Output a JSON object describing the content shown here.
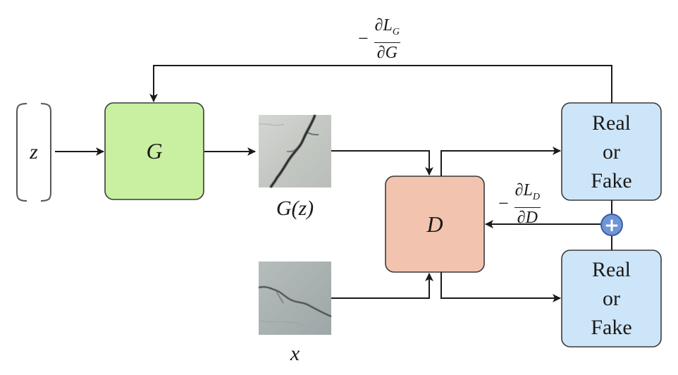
{
  "input_label": "z",
  "generator": {
    "label": "G",
    "fill": "#c9f0a1",
    "stroke": "#3a3a3a"
  },
  "discriminator": {
    "label": "D",
    "fill": "#f2c4b0",
    "stroke": "#3a3a3a"
  },
  "generated_image": {
    "label": "G(z)"
  },
  "real_image": {
    "label": "x"
  },
  "output_top": {
    "line1": "Real",
    "line2": "or",
    "line3": "Fake",
    "fill": "#cde5f8"
  },
  "output_bottom": {
    "line1": "Real",
    "line2": "or",
    "line3": "Fake",
    "fill": "#cde5f8"
  },
  "gradient_g": {
    "minus": "−",
    "num": "∂L",
    "num_sub": "G",
    "den": "∂G"
  },
  "gradient_d": {
    "minus": "−",
    "num": "∂L",
    "num_sub": "D",
    "den": "∂D"
  },
  "sum_symbol": "+",
  "colors": {
    "line": "#1a1a1a",
    "sum_fill": "#6f95d6",
    "sum_stroke": "#3b5fa8"
  }
}
